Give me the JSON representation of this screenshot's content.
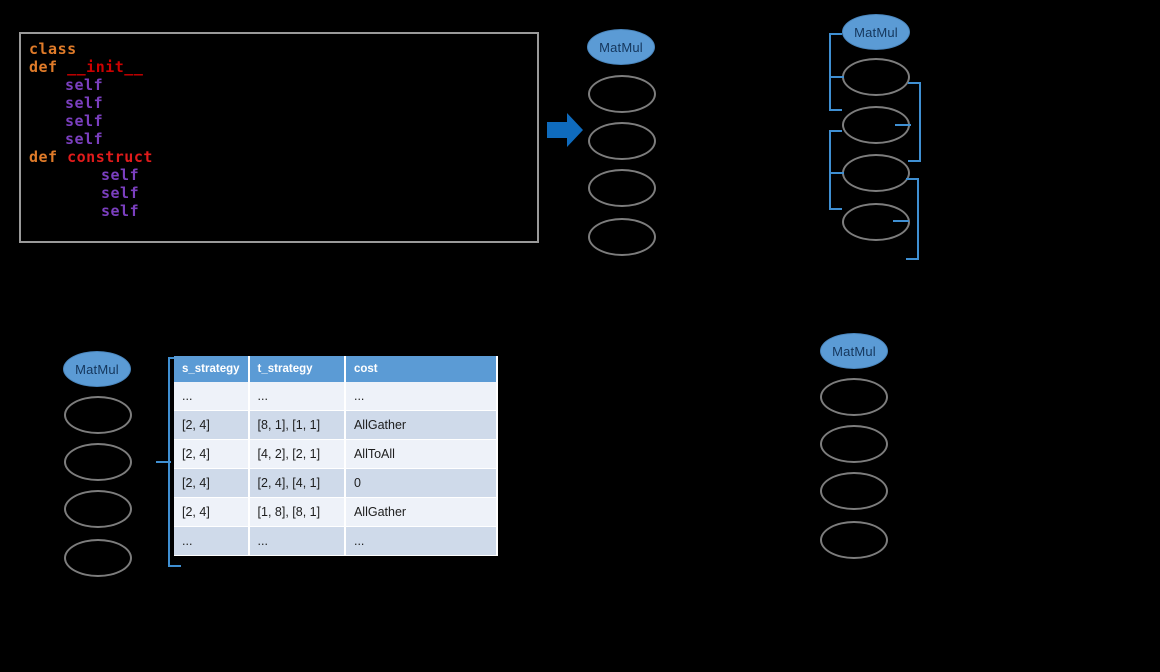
{
  "code_panel": {
    "lines": [
      {
        "indent": 0,
        "tokens": [
          {
            "t": "class",
            "c": "tok-class"
          }
        ]
      },
      {
        "indent": 0,
        "tokens": [
          {
            "t": "def ",
            "c": "tok-def"
          },
          {
            "t": "__init__",
            "c": "tok-dunder"
          }
        ]
      },
      {
        "indent": 2,
        "tokens": [
          {
            "t": "self",
            "c": "tok-self"
          }
        ]
      },
      {
        "indent": 2,
        "tokens": [
          {
            "t": "self",
            "c": "tok-self"
          }
        ]
      },
      {
        "indent": 2,
        "tokens": [
          {
            "t": "self",
            "c": "tok-self"
          }
        ]
      },
      {
        "indent": 2,
        "tokens": [
          {
            "t": "self",
            "c": "tok-self"
          }
        ]
      },
      {
        "indent": 0,
        "tokens": [
          {
            "t": "def ",
            "c": "tok-def"
          },
          {
            "t": "construct",
            "c": "tok-func"
          }
        ]
      },
      {
        "indent": 4,
        "tokens": [
          {
            "t": "self",
            "c": "tok-self"
          }
        ]
      },
      {
        "indent": 4,
        "tokens": [
          {
            "t": "self",
            "c": "tok-self"
          }
        ]
      },
      {
        "indent": 4,
        "tokens": [
          {
            "t": "self",
            "c": "tok-self"
          }
        ]
      }
    ]
  },
  "arrow": {
    "label": "right-arrow",
    "color": "#0f6bbd"
  },
  "colors": {
    "node_fill": "#5b9bd5",
    "node_outline": "#7d7d7d",
    "bracket": "#3f8fd2",
    "table_header": "#5b9bd5",
    "row_odd": "#eef2f9",
    "row_even": "#cfdaea"
  },
  "graphs": [
    {
      "id": "graph-top-middle",
      "op_label": "MatMul",
      "strategy_nodes": [
        "",
        "",
        "",
        ""
      ]
    },
    {
      "id": "graph-top-right",
      "op_label": "MatMul",
      "strategy_nodes": [
        "",
        "",
        "",
        ""
      ]
    },
    {
      "id": "graph-bottom-left",
      "op_label": "MatMul",
      "strategy_nodes": [
        "",
        "",
        "",
        ""
      ]
    },
    {
      "id": "graph-bottom-right",
      "op_label": "MatMul",
      "strategy_nodes": [
        "",
        "",
        "",
        ""
      ]
    }
  ],
  "cost_table": {
    "columns": [
      "s_strategy",
      "t_strategy",
      "cost"
    ],
    "rows": [
      [
        "...",
        "...",
        "..."
      ],
      [
        "[2, 4]",
        "[8, 1], [1, 1]",
        "AllGather"
      ],
      [
        "[2, 4]",
        "[4, 2], [2, 1]",
        "AllToAll"
      ],
      [
        "[2, 4]",
        "[2, 4], [4, 1]",
        "0"
      ],
      [
        "[2, 4]",
        "[1, 8], [8, 1]",
        "AllGather"
      ],
      [
        "...",
        "...",
        "..."
      ]
    ]
  }
}
